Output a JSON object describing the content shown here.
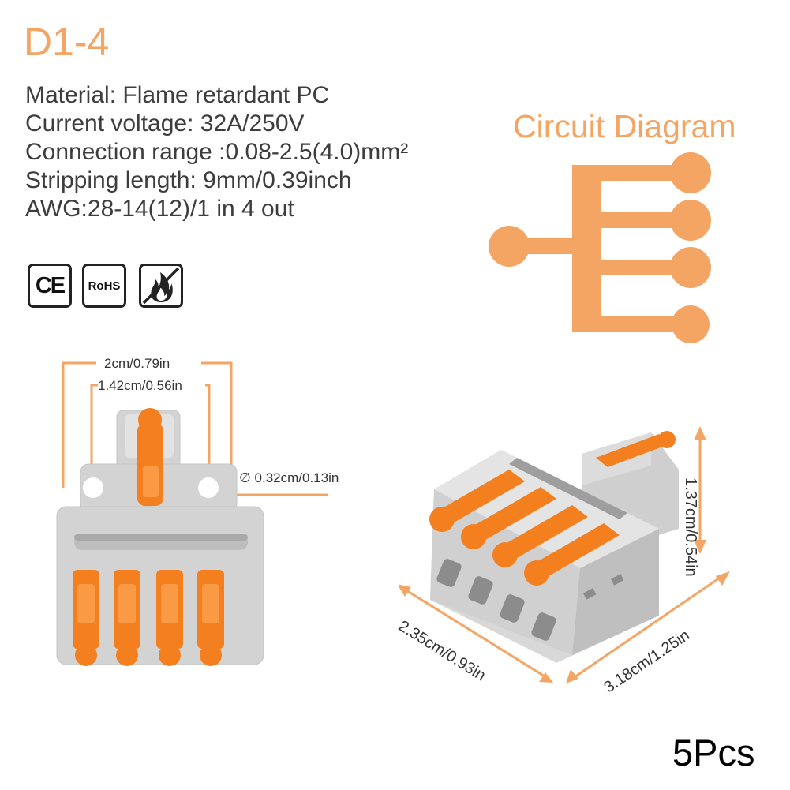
{
  "title": "D1-4",
  "specs": [
    "Material: Flame retardant PC",
    "Current voltage: 32A/250V",
    "Connection range :0.08-2.5(4.0)mm²",
    "Stripping length: 9mm/0.39inch",
    "AWG:28-14(12)/1 in 4 out"
  ],
  "circuit_title": "Circuit Diagram",
  "certifications": {
    "ce": "CE",
    "rohs": "RoHS",
    "fire_icon": "flame-retardant-icon"
  },
  "dimensions": {
    "width_total": "2cm/0.79in",
    "width_holes": "1.42cm/0.56in",
    "hole_diameter": "∅ 0.32cm/0.13in",
    "height": "1.37cm/0.54in",
    "depth": "2.35cm/0.93in",
    "length": "3.18cm/1.25in"
  },
  "quantity": "5Pcs",
  "colors": {
    "accent_orange": "#f4a564",
    "lever_orange": "#f37f1f",
    "housing_gray": "#d3d3d3",
    "text_dark": "#3d3d3d"
  }
}
